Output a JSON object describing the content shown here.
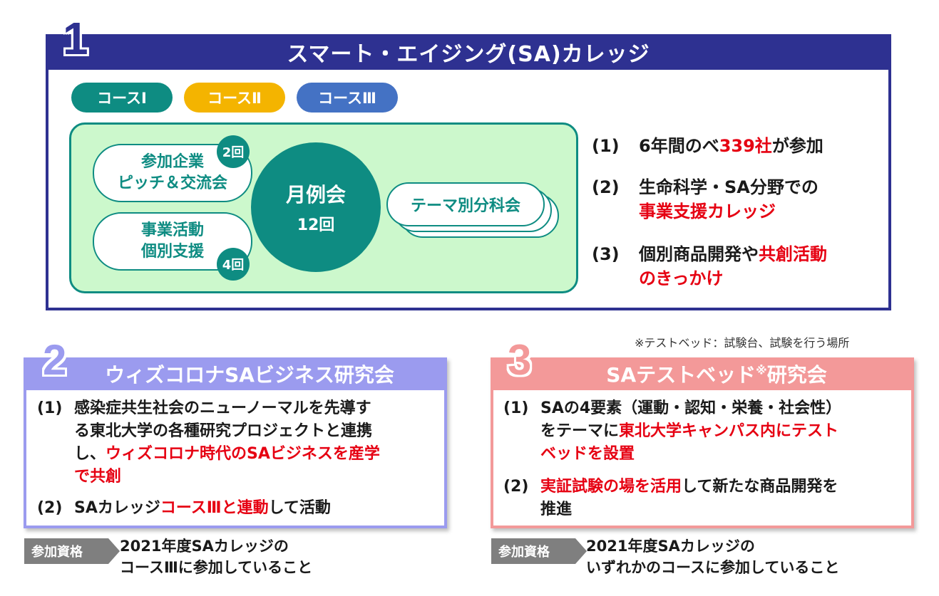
{
  "section1": {
    "number": "1",
    "title": "スマート・エイジング(SA)カレッジ",
    "courses": [
      "コースⅠ",
      "コースⅡ",
      "コースⅢ"
    ],
    "pitch_event": {
      "line1": "参加企業",
      "line2": "ピッチ＆交流会",
      "count": "2回"
    },
    "support_event": {
      "line1": "事業活動",
      "line2": "個別支援",
      "count": "4回"
    },
    "monthly": {
      "title": "月例会",
      "count": "12回"
    },
    "theme": "テーマ別分科会",
    "points": [
      {
        "num": "(1)",
        "pre": "6年間のべ",
        "hl": "339社",
        "post": "が参加"
      },
      {
        "num": "(2)",
        "line1": "生命科学・SA分野での",
        "hl": "事業支援カレッジ"
      },
      {
        "num": "(3)",
        "pre": "個別商品開発や",
        "hl1": "共創活動",
        "hl2": "のきっかけ"
      }
    ]
  },
  "note": "※テストベッド：試験台、試験を行う場所",
  "section2": {
    "number": "2",
    "title": "ウィズコロナSAビジネス研究会",
    "point1": {
      "num": "(1)",
      "line1": "感染症共生社会のニューノーマルを先導す",
      "line2": "る東北大学の各種研究プロジェクトと連携",
      "line3_pre": "し、",
      "line3_hl": "ウィズコロナ時代のSAビジネスを産学",
      "line4_hl": "で共創"
    },
    "point2": {
      "num": "(2)",
      "pre": "SAカレッジ",
      "hl": "コースⅢと連動",
      "post": "して活動"
    },
    "eligibility_label": "参加資格",
    "eligibility_line1": "2021年度SAカレッジの",
    "eligibility_line2": "コースⅢに参加していること"
  },
  "section3": {
    "number": "3",
    "title": "SAテストベッド",
    "title_mark": "※",
    "title_post": "研究会",
    "point1": {
      "num": "(1)",
      "line1": "SAの4要素（運動・認知・栄養・社会性）",
      "line2_pre": "をテーマに",
      "line2_hl": "東北大学キャンパス内にテスト",
      "line3_hl": "ベッドを設置"
    },
    "point2": {
      "num": "(2)",
      "hl": "実証試験の場を活用",
      "post": "して新たな商品開発を",
      "line2": "推進"
    },
    "eligibility_label": "参加資格",
    "eligibility_line1": "2021年度SAカレッジの",
    "eligibility_line2": "いずれかのコースに参加していること"
  },
  "colors": {
    "navy": "#2e3191",
    "teal": "#0e8c82",
    "yellow": "#f4b400",
    "blue": "#4472c4",
    "light_green": "#ccf8cc",
    "lavender": "#9b9bef",
    "salmon": "#f39999",
    "red": "#e60012",
    "gray": "#7f7f7f"
  }
}
